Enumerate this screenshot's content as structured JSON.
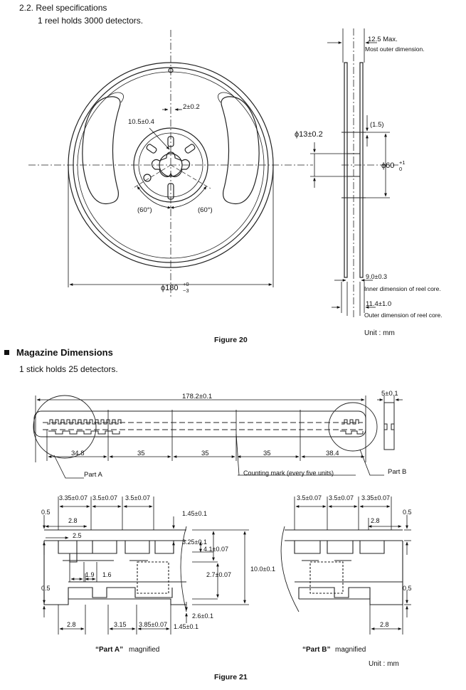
{
  "reel": {
    "section_title": "2.2.  Reel specifications",
    "capacity_text": "1 reel holds 3000 detectors.",
    "dims": {
      "hole_width": "2±0.2",
      "hub_slot": "10.5±0.4",
      "angle_left": "(60°)",
      "angle_right": "(60°)",
      "diameter_outer": "ϕ180",
      "diameter_outer_tol_top": "+0",
      "diameter_outer_tol_bottom": "−3",
      "arbor": "ϕ13±0.2",
      "flange_gap": "(1.5)",
      "hub_diameter": "ϕ60",
      "hub_tol_top": "+1",
      "hub_tol_bottom": "0",
      "max_width": "12.5 Max.",
      "max_width_note": "Most outer dimension.",
      "inner_width": "9.0±0.3",
      "inner_width_note": "Inner dimension of reel core.",
      "outer_width": "11.4±1.0",
      "outer_width_note": "Outer dimension of reel core."
    },
    "unit": "Unit : mm",
    "figure_label": "Figure 20"
  },
  "magazine": {
    "heading": "Magazine Dimensions",
    "capacity_text": "1   stick holds 25 detectors.",
    "overall_length": "178.2±0.1",
    "end_width": "5±0.1",
    "pitches": [
      "34.8",
      "35",
      "35",
      "35",
      "38.4"
    ],
    "part_a_label": "Part A",
    "part_b_label": "Part B",
    "counting_mark": "Counting mark (every five units)",
    "part_a": {
      "top_dims": [
        "3.35±0.07",
        "3.5±0.07",
        "3.5±0.07"
      ],
      "d_28_top": "2.8",
      "d_25": "2.5",
      "d_05_top": "0.5",
      "d_05_bottom": "0.5",
      "d_145_top": "1.45±0.1",
      "d_325": "3.25±0.1",
      "d_41": "4.1±0.07",
      "d_27": "2.7±0.07",
      "d_100": "10.0±0.1",
      "d_19": "1.9",
      "d_16": "1.6",
      "d_26": "2.6±0.1",
      "d_145_bottom": "1.45±0.1",
      "bottom_dims": [
        "2.8",
        "3.15",
        "3.85±0.07"
      ],
      "caption_quote": "“Part A”",
      "caption_rest": "magnified"
    },
    "part_b": {
      "top_dims": [
        "3.5±0.07",
        "3.5±0.07",
        "3.35±0.07"
      ],
      "d_28_top": "2.8",
      "d_05_top": "0.5",
      "d_05_bottom": "0.5",
      "d_28_bottom": "2.8",
      "caption_quote": "“Part B”",
      "caption_rest": "magnified"
    },
    "unit": "Unit : mm",
    "figure_label": "Figure 21"
  }
}
